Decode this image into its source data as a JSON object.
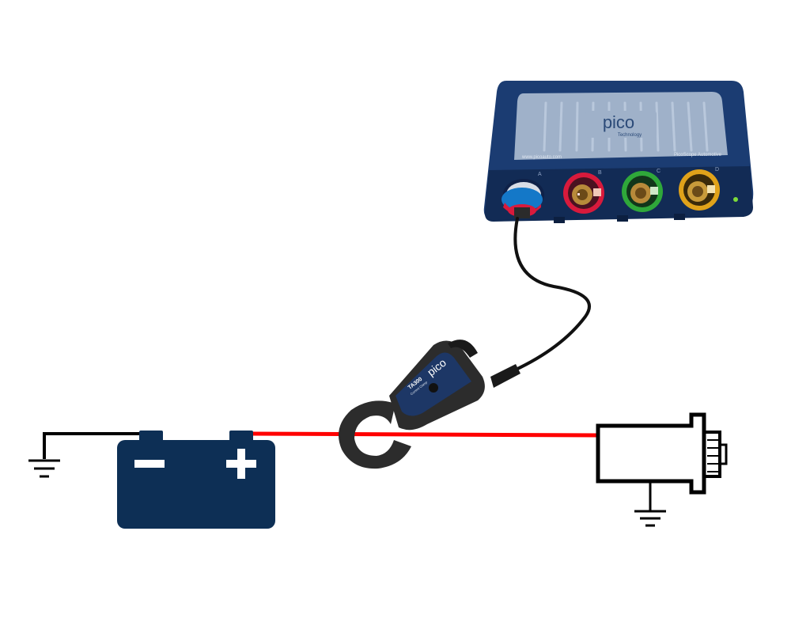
{
  "scope": {
    "logo": "pico",
    "logo_sub": "Technology",
    "url_text": "www.picoauto.com",
    "model_text": "PicoScope Automotive",
    "channels": [
      "A",
      "B",
      "C",
      "D"
    ]
  },
  "clamp": {
    "logo": "pico",
    "model": "TA300",
    "model_sub": "Current Clamp"
  },
  "battery": {
    "negative_symbol": "−",
    "positive_symbol": "+"
  },
  "colors": {
    "battery_body": "#0d2f55",
    "scope_body": "#1b3c72",
    "scope_panel": "#9fb1c9",
    "wire_positive": "#ff0000",
    "wire_ground": "#000000",
    "clamp_body": "#2c2c2c",
    "clamp_label": "#1d3766",
    "channel_a": "#1478c8",
    "channel_b": "#d81a3c",
    "channel_c": "#2fa83a",
    "channel_d": "#e0a21a"
  },
  "icons": [
    "ground-symbol",
    "battery-symbol",
    "motor-load-symbol",
    "current-clamp",
    "oscilloscope"
  ]
}
